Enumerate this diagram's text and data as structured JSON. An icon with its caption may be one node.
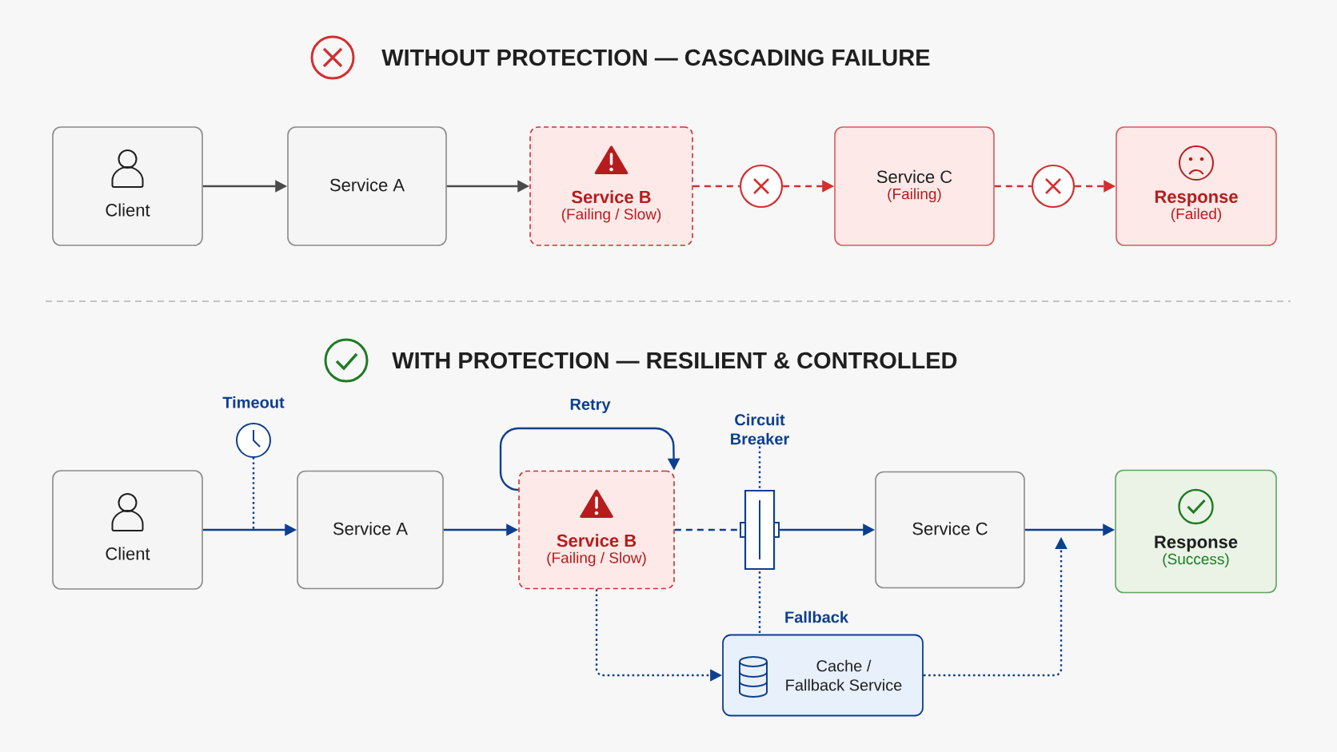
{
  "diagram": {
    "nodes": [
      {
        "text": [
          "Client"
        ]
      },
      {
        "text": [
          "Service A"
        ]
      },
      {
        "text": [
          "Service B",
          "(Failing / Slow)"
        ]
      },
      {
        "text": [],
        "shape": "circle"
      },
      {
        "text": [
          "Service C",
          "(Failing)"
        ]
      },
      {
        "text": [],
        "shape": "circle"
      },
      {
        "text": [
          "Response",
          "(Failed)"
        ]
      },
      {
        "text": [
          "Timeout"
        ]
      },
      {
        "text": [
          "Client"
        ]
      },
      {
        "text": [
          "Service A"
        ]
      },
      {
        "text": [
          "Service B",
          "(Failing / Slow)"
        ]
      },
      {
        "text": [
          "Circuit Breaker"
        ]
      },
      {
        "text": [],
        "shape": "box"
      },
      {
        "text": [
          "Service C"
        ]
      },
      {
        "text": [
          "Response",
          "(Success)"
        ]
      },
      {
        "text": [
          "Cache / Fallback Service"
        ]
      }
    ],
    "edges": [
      {
        "from": 0,
        "to": 1,
        "arrow": "to",
        "color": "#4a4a4a"
      },
      {
        "from": 1,
        "to": 2,
        "arrow": "to",
        "color": "#4a4a4a"
      },
      {
        "from": 2,
        "to": 3,
        "arrow": "none",
        "style": "dashed",
        "color": "#d32f2f"
      },
      {
        "from": 3,
        "to": 4,
        "arrow": "to",
        "style": "dashed",
        "color": "#d32f2f"
      },
      {
        "from": 4,
        "to": 5,
        "arrow": "none",
        "style": "dashed",
        "color": "#d32f2f"
      },
      {
        "from": 5,
        "to": 6,
        "arrow": "to",
        "style": "dashed",
        "color": "#d32f2f"
      },
      {
        "from": 7,
        "to": null,
        "arrow": "none",
        "style": "dashed",
        "color": "#0d3f8f"
      },
      {
        "from": 8,
        "to": 9,
        "arrow": "to",
        "color": "#0d3f8f"
      },
      {
        "from": 9,
        "to": 10,
        "arrow": "to",
        "color": "#0d3f8f"
      },
      {
        "from": 10,
        "to": 10,
        "arrow": "to",
        "label": "Retry",
        "color": "#0d3f8f"
      },
      {
        "from": 10,
        "to": 12,
        "arrow": "none",
        "style": "dashed",
        "color": "#0d3f8f"
      },
      {
        "from": 12,
        "to": 13,
        "arrow": "to",
        "color": "#0d3f8f"
      },
      {
        "from": 13,
        "to": 14,
        "arrow": "to",
        "color": "#0d3f8f"
      },
      {
        "from": 11,
        "to": 12,
        "arrow": "none",
        "style": "dashed",
        "color": "#0d3f8f"
      },
      {
        "from": 12,
        "to": 15,
        "arrow": "none",
        "label": "Fallback",
        "style": "dashed",
        "color": "#0d3f8f"
      },
      {
        "from": 10,
        "to": 15,
        "arrow": "to",
        "style": "dashed",
        "color": "#0d3f8f"
      },
      {
        "from": 15,
        "to": null,
        "arrow": "to",
        "style": "dashed",
        "color": "#0d3f8f"
      }
    ],
    "labels": [
      "WITHOUT PROTECTION — CASCADING FAILURE",
      "WITH PROTECTION — RESILIENT & CONTROLLED"
    ]
  }
}
